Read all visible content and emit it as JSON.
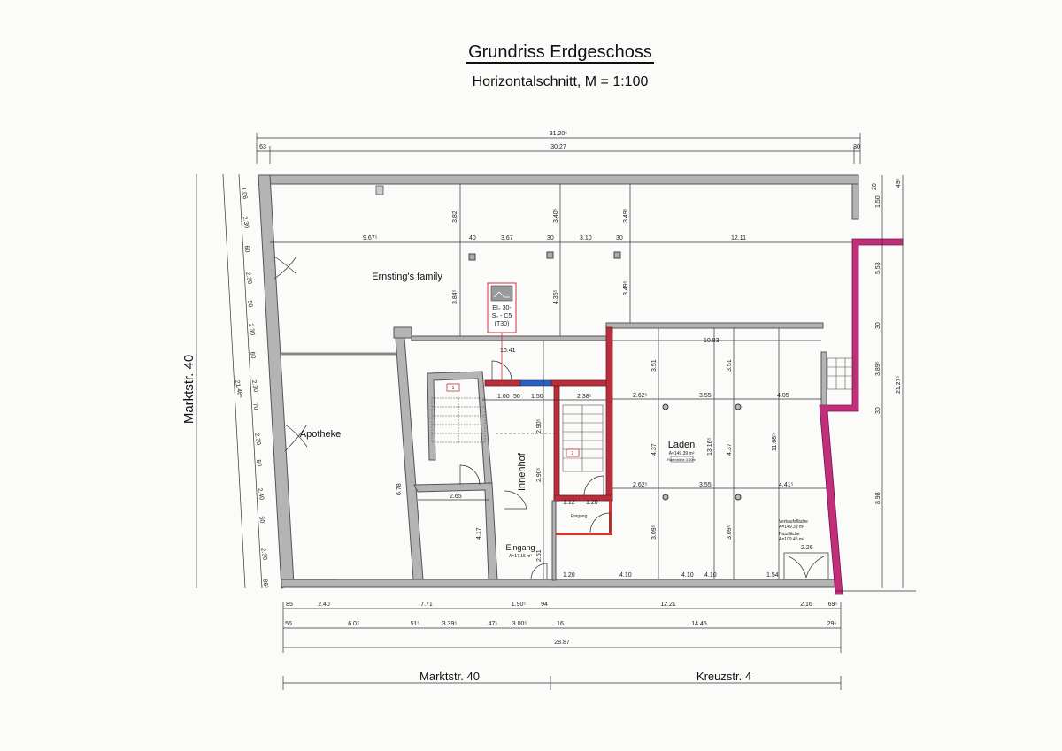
{
  "title": "Grundriss Erdgeschoss",
  "subtitle": "Horizontalschnitt, M = 1:100",
  "colors": {
    "fire_wall": "#b5303a",
    "party_wall": "#c0307a",
    "wall": "#b4b4b4",
    "door_blue": "#2a5fc0"
  },
  "rooms": {
    "ernstings": "Ernsting's family",
    "apotheke": "Apotheke",
    "innenhof": "Innenhof",
    "laden": "Laden",
    "laden_area": "A=149.39 m²",
    "laden_height": "Raumhöhe 3.60m",
    "eingang": "Eingang",
    "eingang_area": "A=17.15 m²",
    "eingang_small": "Eingang",
    "verkauf": "Verkaufsfläche",
    "verkauf_area": "A=149.39 m²",
    "nutz": "Nutzfläche",
    "nutz_area": "A=109.45 m²",
    "stair1": "1",
    "stair2": "2"
  },
  "fire_door": {
    "line1": "EI₂ 30-",
    "line2": "S₂ - C5",
    "line3": "(T30)"
  },
  "streets": {
    "left": "Marktstr. 40",
    "bottom_left": "Marktstr. 40",
    "bottom_right": "Kreuzstr. 4"
  },
  "dims": {
    "top_total": "31.20⁵",
    "top_a": "63",
    "top_b": "30.27",
    "top_c": "30",
    "row1": [
      "9.67⁵",
      "40",
      "3.67",
      "30",
      "3.10",
      "30",
      "12.11"
    ],
    "v1": "3.82",
    "v2": "3.40⁵",
    "v3": "3.49⁵",
    "v4": "3.84⁵",
    "v5": "4.36⁵",
    "v6": "3.49⁵",
    "int_1041": "10.41",
    "int_1083": "10.83",
    "laden_row1": [
      "2.62⁵",
      "3.55",
      "4.05"
    ],
    "laden_row2": [
      "2.62⁵",
      "3.55",
      "4.41⁵"
    ],
    "laden_v": [
      "3.51",
      "3.51",
      "4.37",
      "13.16⁵",
      "4.37",
      "11.68⁵",
      "3.09⁵",
      "3.09⁵"
    ],
    "laden_bottom": [
      "4.10",
      "4.10",
      "1.54",
      "2.26"
    ],
    "inner": [
      "1.00",
      "50",
      "1.50",
      "2.38⁵",
      "2.65",
      "1.12",
      "1.20",
      "2.90⁵",
      "2.90⁵",
      "6.78",
      "4.17",
      "2.51",
      "1.20",
      "4.10"
    ],
    "left_total": "21.46⁵",
    "left": [
      "1.06",
      "2.30",
      "60",
      "2.30",
      "50",
      "2.30",
      "60",
      "2.30",
      "70",
      "2.30",
      "50",
      "2.40",
      "50",
      "2.30",
      "86⁵"
    ],
    "right": [
      "20",
      "1.50",
      "5.53",
      "30",
      "3.89⁵",
      "30",
      "8.98",
      "21.27⁵",
      "49⁵"
    ],
    "bottom1": [
      "85",
      "2.40",
      "7.71",
      "1.90⁵",
      "94",
      "12.21",
      "2.16",
      "69⁵"
    ],
    "bottom2": [
      "56",
      "6.01",
      "51⁵",
      "3.39⁵",
      "47⁵",
      "3.00⁵",
      "16",
      "14.45",
      "29⁵"
    ],
    "bottom_total": "28.87"
  }
}
